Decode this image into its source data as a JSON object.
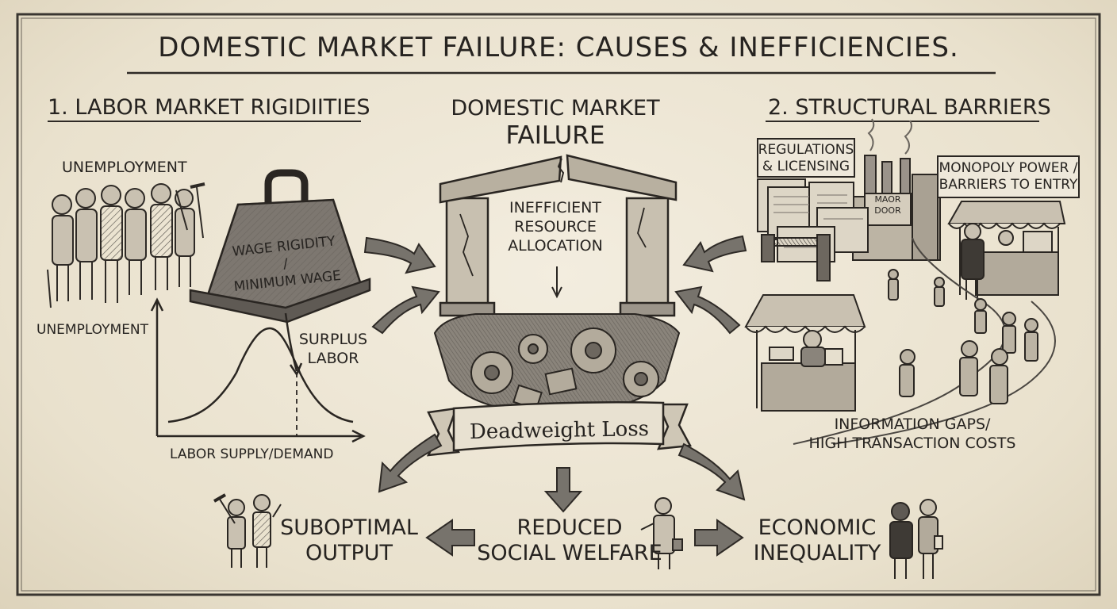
{
  "title": "DOMESTIC MARKET FAILURE: CAUSES & INEFFICIENCIES.",
  "left_section": {
    "heading": "1. LABOR MARKET RIGIDIITIES",
    "unemployment_top": "UNEMPLOYMENT",
    "unemployment_axis": "UNEMPLOYMENT",
    "weight_label": [
      "WAGE RIGIDITY",
      "/",
      "MINIMUM WAGE"
    ],
    "surplus_label": [
      "SURPLUS",
      "LABOR"
    ],
    "axis_label": "LABOR SUPPLY/DEMAND"
  },
  "center": {
    "heading": [
      "DOMESTIC MARKET",
      "FAILURE"
    ],
    "inner_label": [
      "INEFFICIENT",
      "RESOURCE",
      "ALLOCATION"
    ],
    "banner": "Deadweight Loss"
  },
  "right_section": {
    "heading": "2. STRUCTURAL BARRIERS",
    "regulations_box": [
      "REGULATIONS",
      "& LICENSING"
    ],
    "factory_sign": [
      "MAOR",
      "DOOR"
    ],
    "monopoly_box": [
      "MONOPOLY POWER /",
      "BARRIERS TO ENTRY"
    ],
    "info_label": [
      "INFORMATION GAPS/",
      "HIGH TRANSACTION COSTS"
    ]
  },
  "outcomes": {
    "left": [
      "SUBOPTIMAL",
      "OUTPUT"
    ],
    "middle": [
      "REDUCED",
      "SOCIAL WELFARE"
    ],
    "right": [
      "ECONOMIC",
      "INEQUALITY"
    ]
  },
  "colors": {
    "ink": "#262320",
    "paper": "#ece5d4",
    "shade": "#8c867c",
    "arrow": "#77736c"
  }
}
